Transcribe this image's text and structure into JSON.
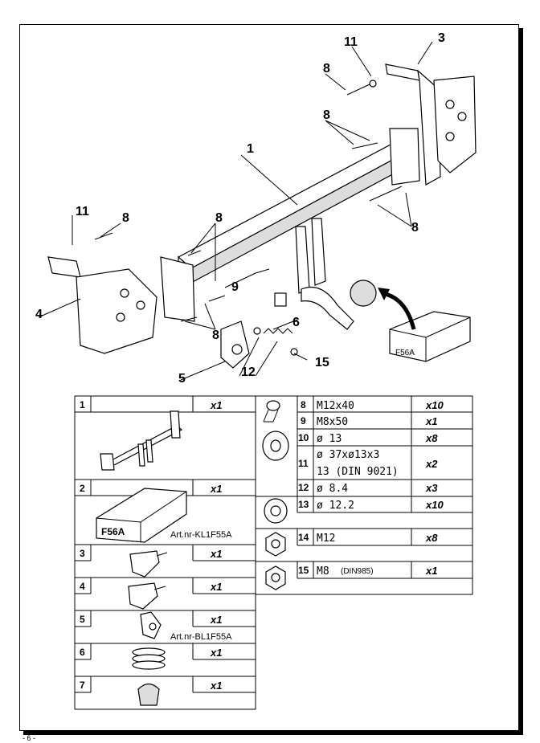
{
  "diagram": {
    "callouts": {
      "p1": "1",
      "p3": "3",
      "p4": "4",
      "p5": "5",
      "p6": "6",
      "p8a": "8",
      "p8b": "8",
      "p8c": "8",
      "p8d": "8",
      "p8e": "8",
      "p8f": "8",
      "p9": "9",
      "p11a": "11",
      "p11b": "11",
      "p12": "12",
      "p15": "15"
    },
    "box_label": "F56A"
  },
  "parts_left": [
    {
      "num": "1",
      "qty": "x1",
      "artnr": ""
    },
    {
      "num": "2",
      "qty": "x1",
      "artnr": "Art.nr-KL1F55A",
      "box_label": "F56A"
    },
    {
      "num": "3",
      "qty": "x1",
      "artnr": ""
    },
    {
      "num": "4",
      "qty": "x1",
      "artnr": ""
    },
    {
      "num": "5",
      "qty": "x1",
      "artnr": "Art.nr-BL1F55A"
    },
    {
      "num": "6",
      "qty": "x1",
      "artnr": ""
    },
    {
      "num": "7",
      "qty": "x1",
      "artnr": ""
    }
  ],
  "parts_right": [
    {
      "num": "8",
      "desc": "M12x40",
      "qty": "x10"
    },
    {
      "num": "9",
      "desc": "M8x50",
      "qty": "x1"
    },
    {
      "num": "10",
      "desc": "ø 13",
      "qty": "x8"
    },
    {
      "num": "11",
      "desc": "ø 37xø13x3",
      "desc2": "13  (DIN 9021)",
      "qty": "x2"
    },
    {
      "num": "12",
      "desc": "ø 8.4",
      "qty": "x3"
    },
    {
      "num": "13",
      "desc": "ø 12.2",
      "qty": "x10"
    },
    {
      "num": "14",
      "desc": "M12",
      "qty": "x8"
    },
    {
      "num": "15",
      "desc": "M8",
      "desc_small": "(DIN985)",
      "qty": "x1"
    }
  ],
  "page_number": "- 6 -"
}
